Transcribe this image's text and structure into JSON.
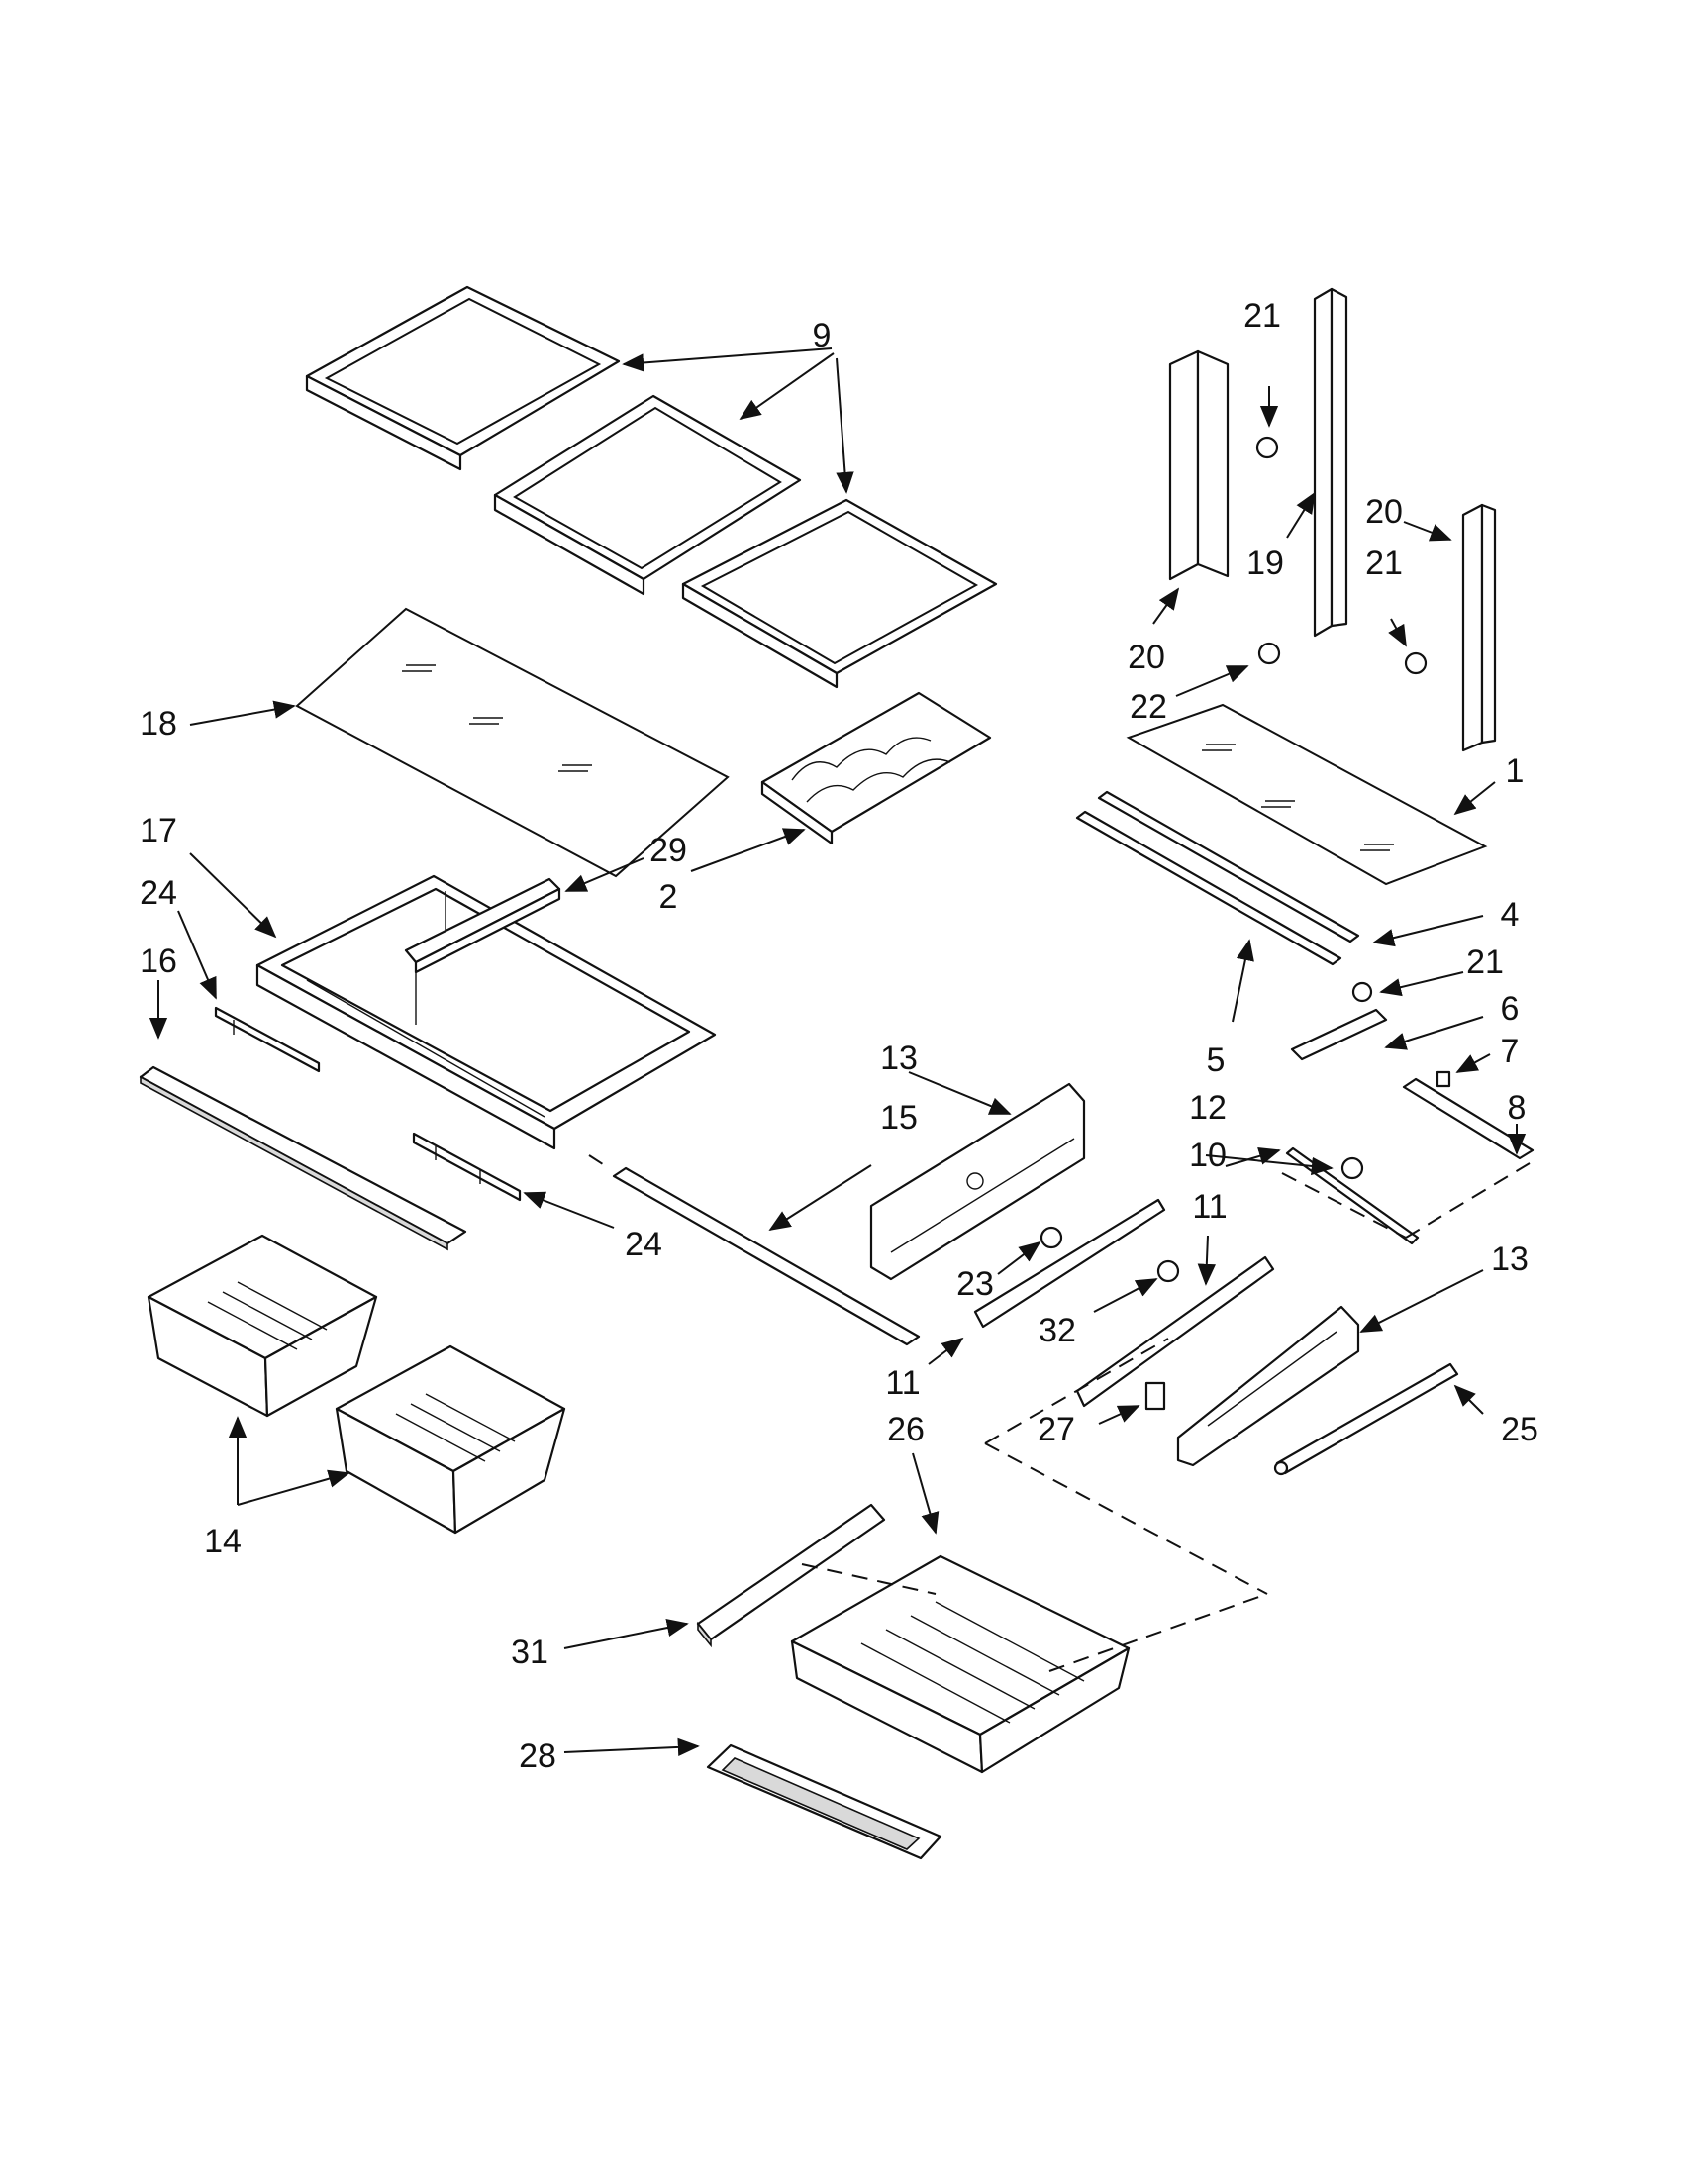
{
  "diagram": {
    "labels": {
      "l9": "9",
      "l21a": "21",
      "l20a": "20",
      "l21b": "21",
      "l19": "19",
      "l20b": "20",
      "l22": "22",
      "l18": "18",
      "l1": "1",
      "l17": "17",
      "l29": "29",
      "l2": "2",
      "l24a": "24",
      "l4": "4",
      "l16": "16",
      "l21c": "21",
      "l6": "6",
      "l7": "7",
      "l5": "5",
      "l13a": "13",
      "l15": "15",
      "l12": "12",
      "l8": "8",
      "l10": "10",
      "l11a": "11",
      "l24b": "24",
      "l13b": "13",
      "l23": "23",
      "l32": "32",
      "l11b": "11",
      "l26": "26",
      "l27": "27",
      "l25": "25",
      "l14": "14",
      "l31": "31",
      "l28": "28"
    }
  }
}
